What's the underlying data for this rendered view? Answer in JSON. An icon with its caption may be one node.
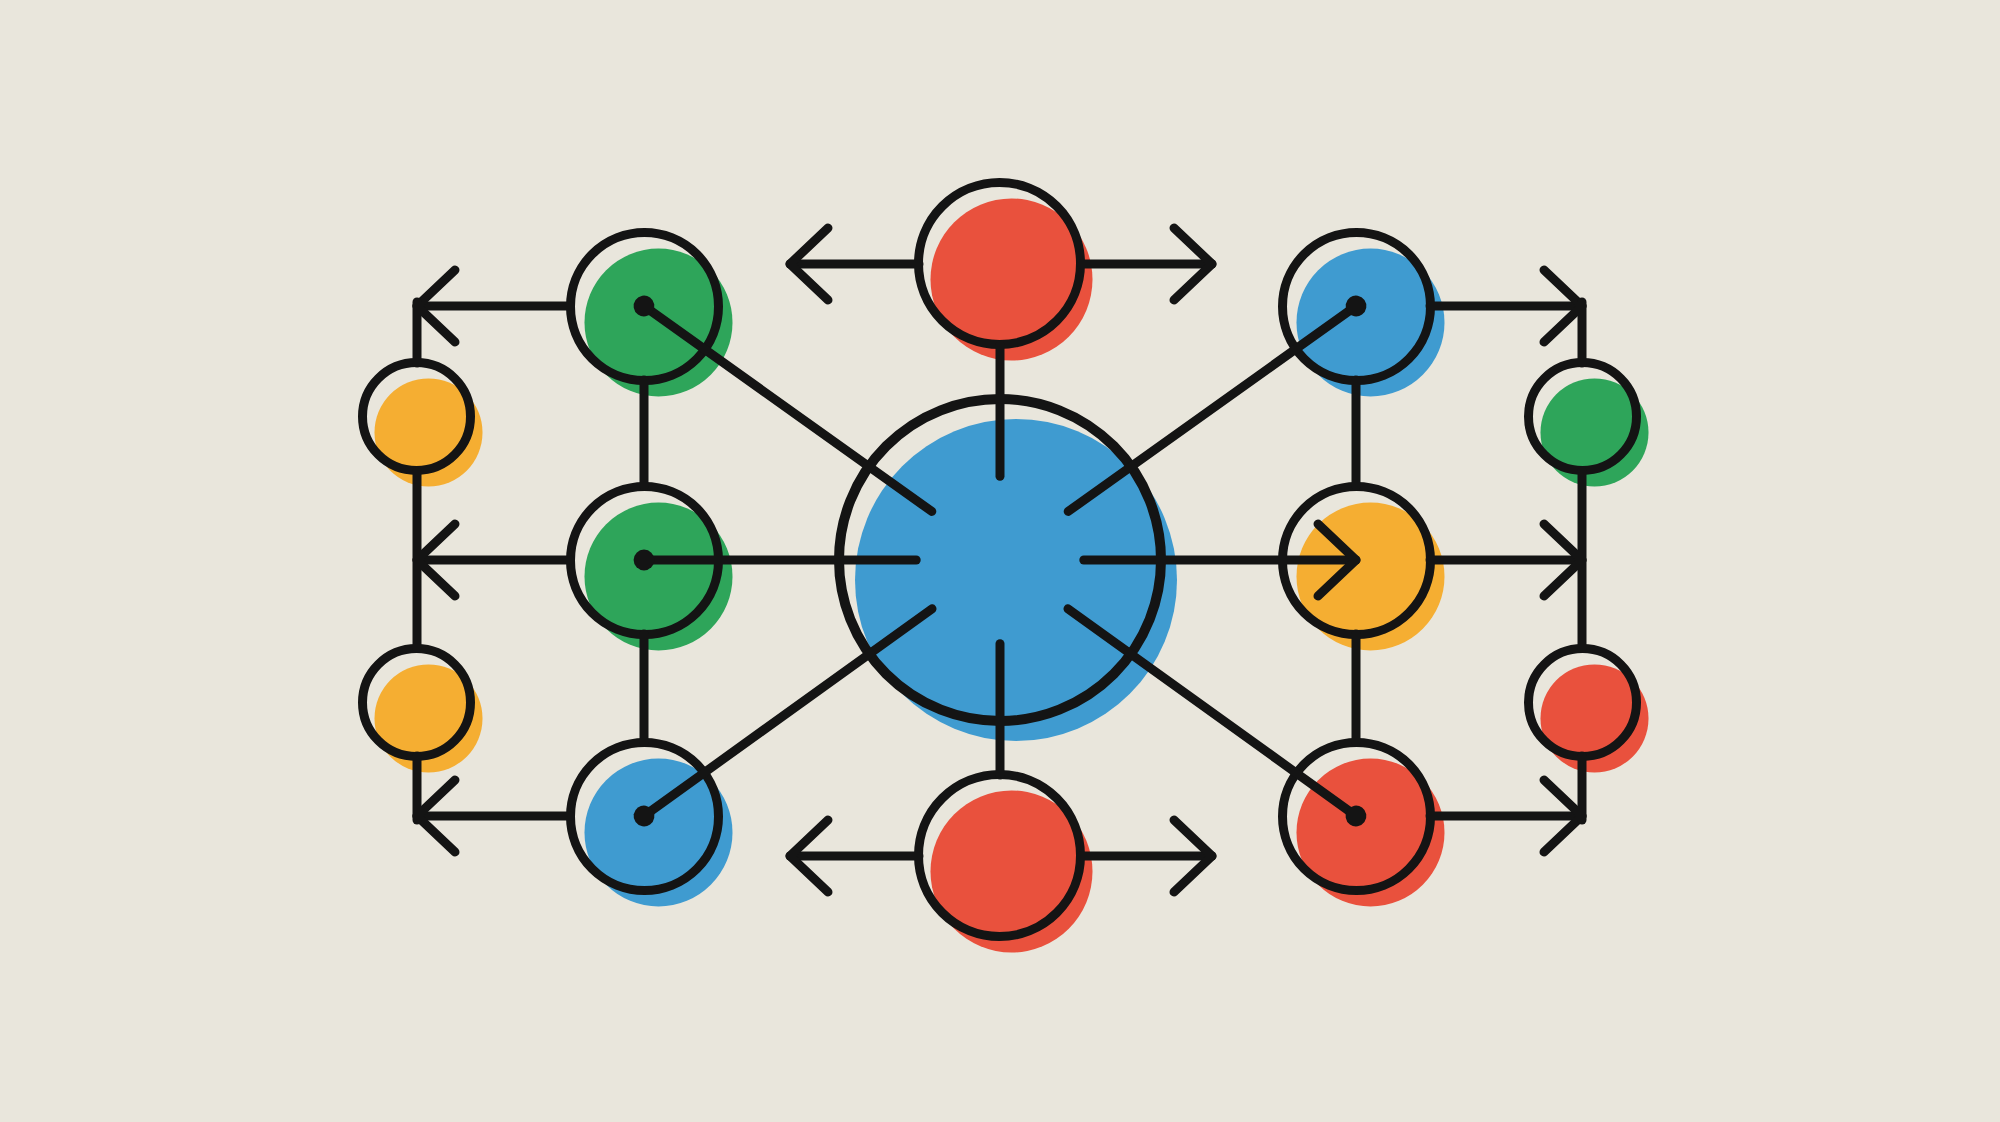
{
  "diagram": {
    "nodes": [
      {
        "text": [],
        "shape": "circle"
      },
      {
        "text": [],
        "shape": "circle"
      },
      {
        "text": [],
        "shape": "circle"
      },
      {
        "text": [],
        "shape": "circle"
      },
      {
        "text": [],
        "shape": "circle"
      },
      {
        "text": [],
        "shape": "circle"
      },
      {
        "text": [],
        "shape": "circle"
      },
      {
        "text": [],
        "shape": "circle"
      },
      {
        "text": [],
        "shape": "circle"
      },
      {
        "text": [],
        "shape": "circle"
      },
      {
        "text": [],
        "shape": "circle"
      },
      {
        "text": [],
        "shape": "circle"
      },
      {
        "text": [],
        "shape": "circle"
      }
    ],
    "edges": [
      {
        "from": 1,
        "to": 0,
        "arrow": "to"
      },
      {
        "from": 1,
        "to": 2,
        "arrow": "to"
      },
      {
        "from": 1,
        "to": 6,
        "arrow": "none"
      },
      {
        "from": 0,
        "to": 6,
        "arrow": "other"
      },
      {
        "from": 2,
        "to": 6,
        "arrow": "other"
      },
      {
        "from": 5,
        "to": 6,
        "arrow": "other"
      },
      {
        "from": 6,
        "to": 7,
        "arrow": "to"
      },
      {
        "from": 10,
        "to": 6,
        "arrow": "other"
      },
      {
        "from": 12,
        "to": 6,
        "arrow": "other"
      },
      {
        "from": 11,
        "to": 6,
        "arrow": "none"
      },
      {
        "from": 11,
        "to": 10,
        "arrow": "to"
      },
      {
        "from": 11,
        "to": 12,
        "arrow": "to"
      },
      {
        "from": 0,
        "to": 5,
        "arrow": "none"
      },
      {
        "from": 5,
        "to": 10,
        "arrow": "none"
      },
      {
        "from": 2,
        "to": 7,
        "arrow": "none"
      },
      {
        "from": 7,
        "to": 12,
        "arrow": "none"
      },
      {
        "from": 0,
        "to": 3,
        "arrow": "to"
      },
      {
        "from": 5,
        "to": null,
        "arrow": "to"
      },
      {
        "from": 10,
        "to": 8,
        "arrow": "to"
      },
      {
        "from": 3,
        "to": 8,
        "arrow": "none"
      },
      {
        "from": 2,
        "to": 4,
        "arrow": "to"
      },
      {
        "from": 7,
        "to": null,
        "arrow": "to"
      },
      {
        "from": 12,
        "to": 9,
        "arrow": "to"
      },
      {
        "from": 4,
        "to": 9,
        "arrow": "none"
      },
      {
        "from": 3,
        "to": null,
        "arrow": "none"
      },
      {
        "from": 8,
        "to": null,
        "arrow": "none"
      },
      {
        "from": 4,
        "to": null,
        "arrow": "none"
      },
      {
        "from": 9,
        "to": null,
        "arrow": "none"
      }
    ]
  }
}
